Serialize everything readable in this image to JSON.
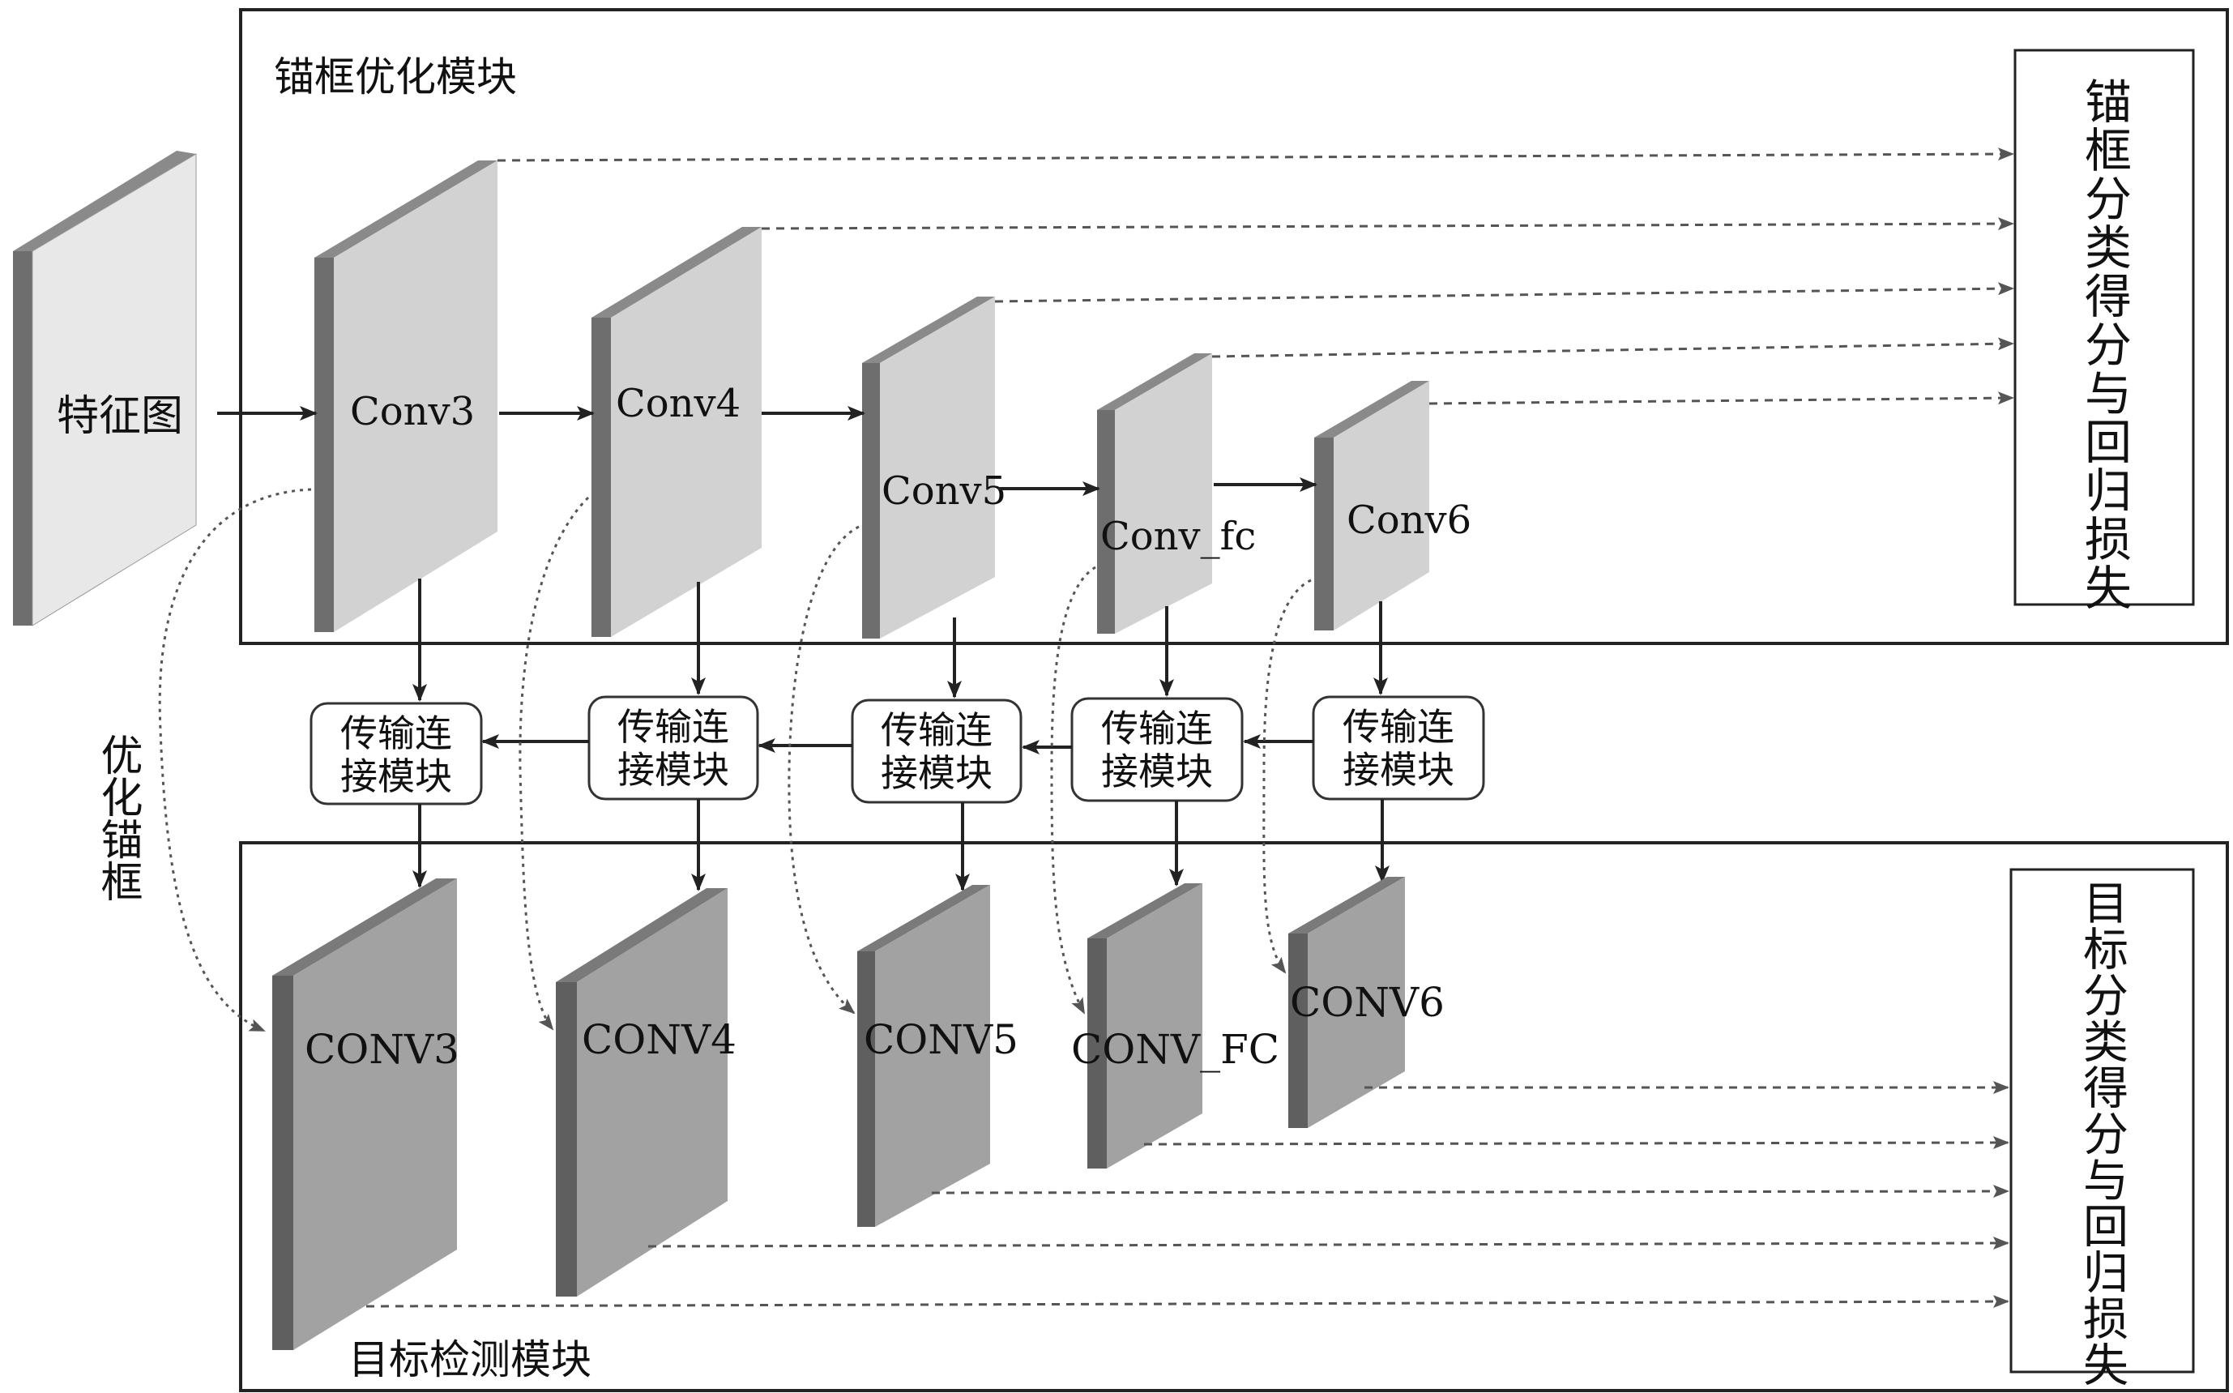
{
  "modules": {
    "anchor_refine": "锚框优化模块",
    "object_detect": "目标检测模块"
  },
  "losses": {
    "anchor": "锚框分类得分与回归损失",
    "object": "目标分类得分与回归损失"
  },
  "feature_map": "特征图",
  "side_label": "优化锚框",
  "top_layers": [
    "Conv3",
    "Conv4",
    "Conv5",
    "Conv_fc",
    "Conv6"
  ],
  "bottom_layers": [
    "CONV3",
    "CONV4",
    "CONV5",
    "CONV_FC",
    "CONV6"
  ],
  "tcb_label": [
    "传输连",
    "接模块"
  ],
  "colors": {
    "light_face": "#e6e6e6",
    "top_face": "#cfcfcf",
    "side_dark": "#6e6e6e",
    "bottom_face": "#a2a2a2",
    "bottom_side": "#5f5f5f",
    "line": "#222222",
    "dashed": "#555555"
  }
}
